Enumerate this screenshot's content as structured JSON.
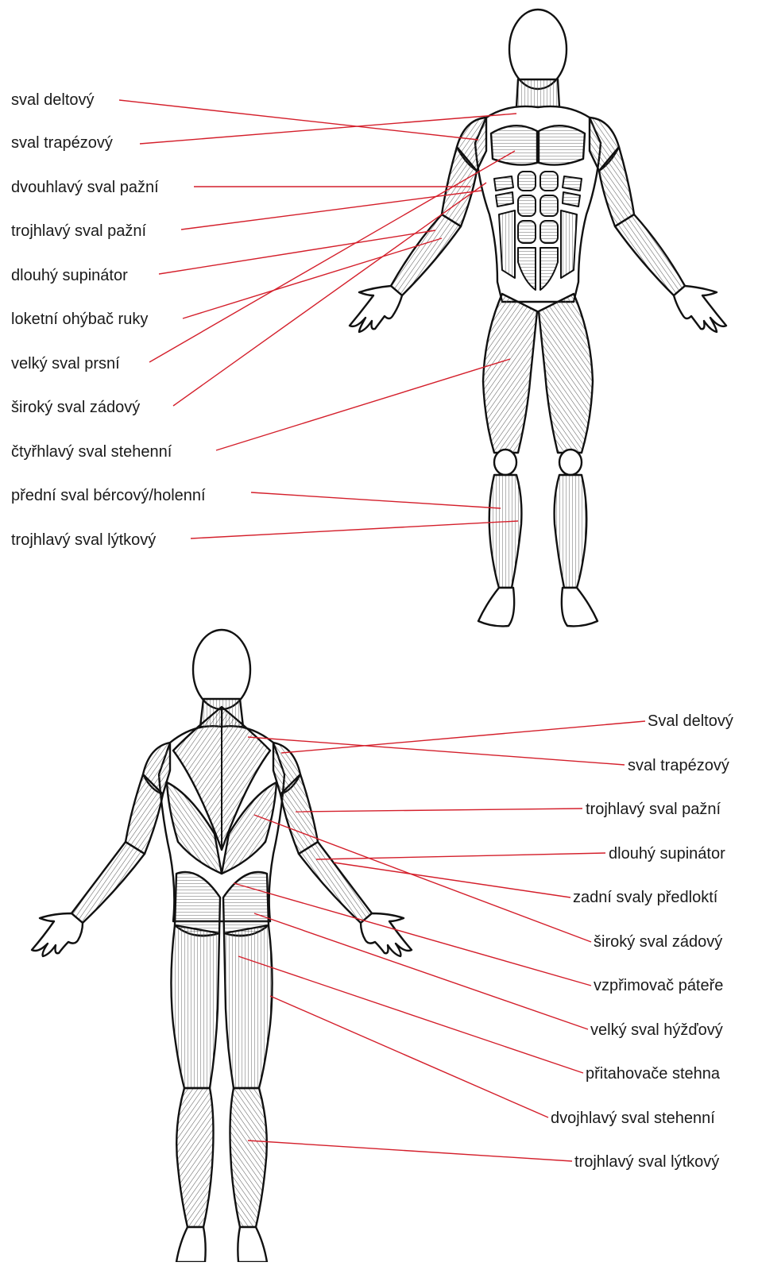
{
  "colors": {
    "leader_line": "#d41f2b",
    "outline": "#111111",
    "muscle_hatch": "#555555",
    "background": "#ffffff"
  },
  "front_view": {
    "labels": [
      "sval deltový",
      "sval trapézový",
      "dvouhlavý sval pažní",
      "trojhlavý sval pažní",
      "dlouhý supinátor",
      "loketní ohýbač ruky",
      "velký sval prsní",
      "široký sval zádový",
      "čtyřhlavý sval stehenní",
      "přední sval bércový/holenní",
      "trojhlavý sval lýtkový"
    ]
  },
  "back_view": {
    "labels": [
      "Sval deltový",
      "sval trapézový",
      "trojhlavý sval pažní",
      "dlouhý supinátor",
      "zadní svaly předloktí",
      "široký sval zádový",
      "vzpřimovač páteře",
      "velký sval hýžďový",
      "přitahovače stehna",
      "dvojhlavý sval stehenní",
      "trojhlavý sval lýtkový"
    ]
  }
}
